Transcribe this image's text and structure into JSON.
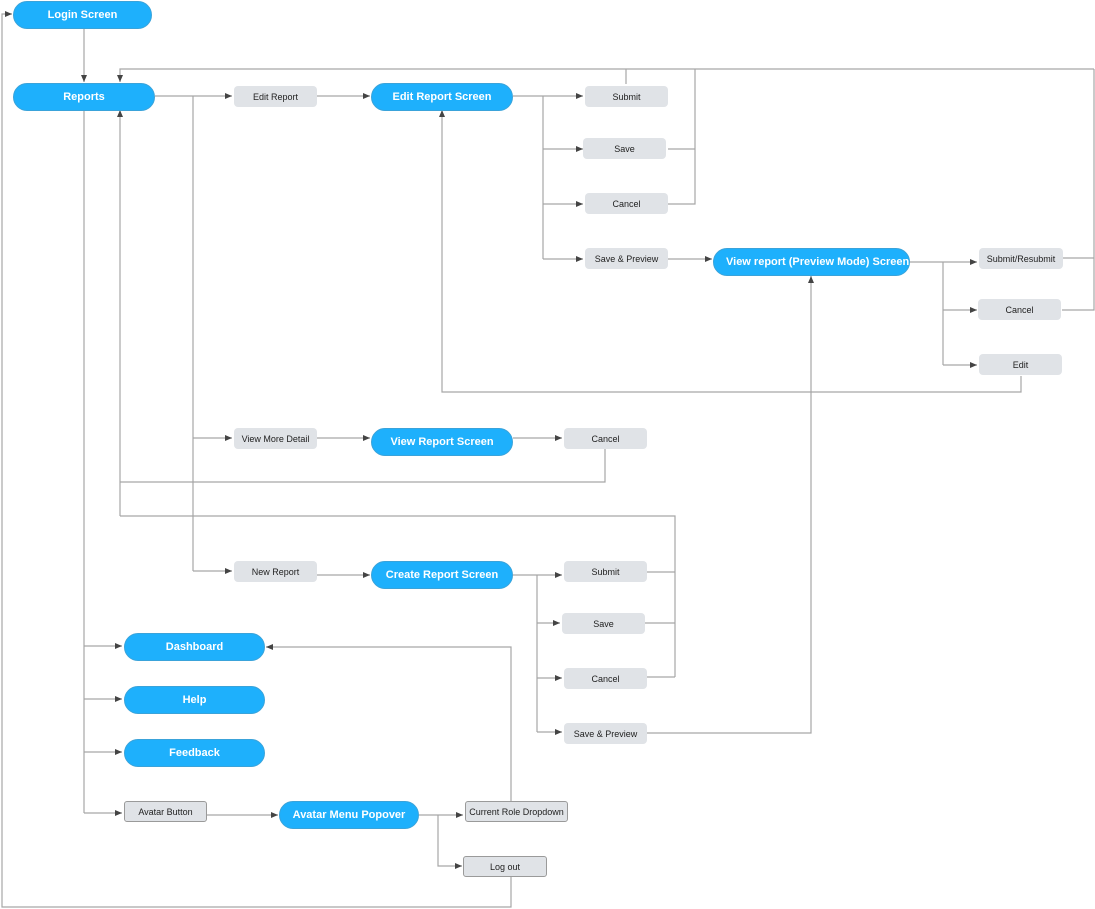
{
  "diagram": {
    "title": "",
    "colors": {
      "screen_fill": "#1eb0fc",
      "screen_text": "#ffffff",
      "action_fill": "#e0e3e7",
      "action_text": "#222222",
      "connector": "#a6a6a6",
      "arrowhead": "#444444"
    },
    "nodes": {
      "login": "Login Screen",
      "reports": "Reports",
      "edit_report": "Edit Report",
      "edit_report_screen": "Edit Report Screen",
      "er_submit": "Submit",
      "er_save": "Save",
      "er_cancel": "Cancel",
      "er_save_preview": "Save & Preview",
      "preview_screen": "View report (Preview Mode) Screen",
      "pv_submit": "Submit/Resubmit",
      "pv_cancel": "Cancel",
      "pv_edit": "Edit",
      "view_more": "View More Detail",
      "view_report_screen": "View Report Screen",
      "vr_cancel": "Cancel",
      "new_report": "New Report",
      "create_report_screen": "Create Report Screen",
      "cr_submit": "Submit",
      "cr_save": "Save",
      "cr_cancel": "Cancel",
      "cr_save_preview": "Save & Preview",
      "dashboard": "Dashboard",
      "help": "Help",
      "feedback": "Feedback",
      "avatar_button": "Avatar Button",
      "avatar_menu": "Avatar Menu Popover",
      "role_dropdown": "Current Role Dropdown",
      "logout": "Log out"
    }
  }
}
